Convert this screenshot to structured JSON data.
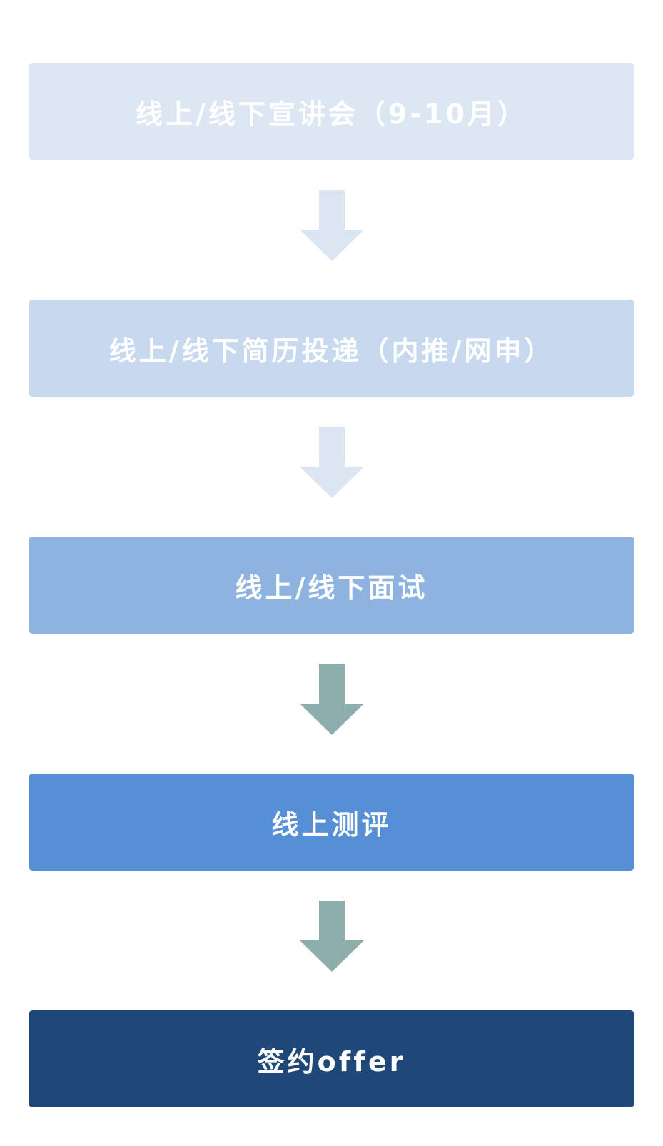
{
  "flow": {
    "steps": [
      {
        "label": "线上/线下宣讲会（9-10月）",
        "color": "#dde6f3"
      },
      {
        "label": "线上/线下简历投递（内推/网申）",
        "color": "#c7d8ef"
      },
      {
        "label": "线上/线下面试",
        "color": "#8fb3e1"
      },
      {
        "label": "线上测评",
        "color": "#578fd6"
      },
      {
        "label": "签约offer",
        "color": "#1f4879"
      }
    ],
    "arrows": [
      {
        "color": "#dce6f2"
      },
      {
        "color": "#dce6f2"
      },
      {
        "color": "#8daeaa"
      },
      {
        "color": "#8daeaa"
      }
    ]
  }
}
